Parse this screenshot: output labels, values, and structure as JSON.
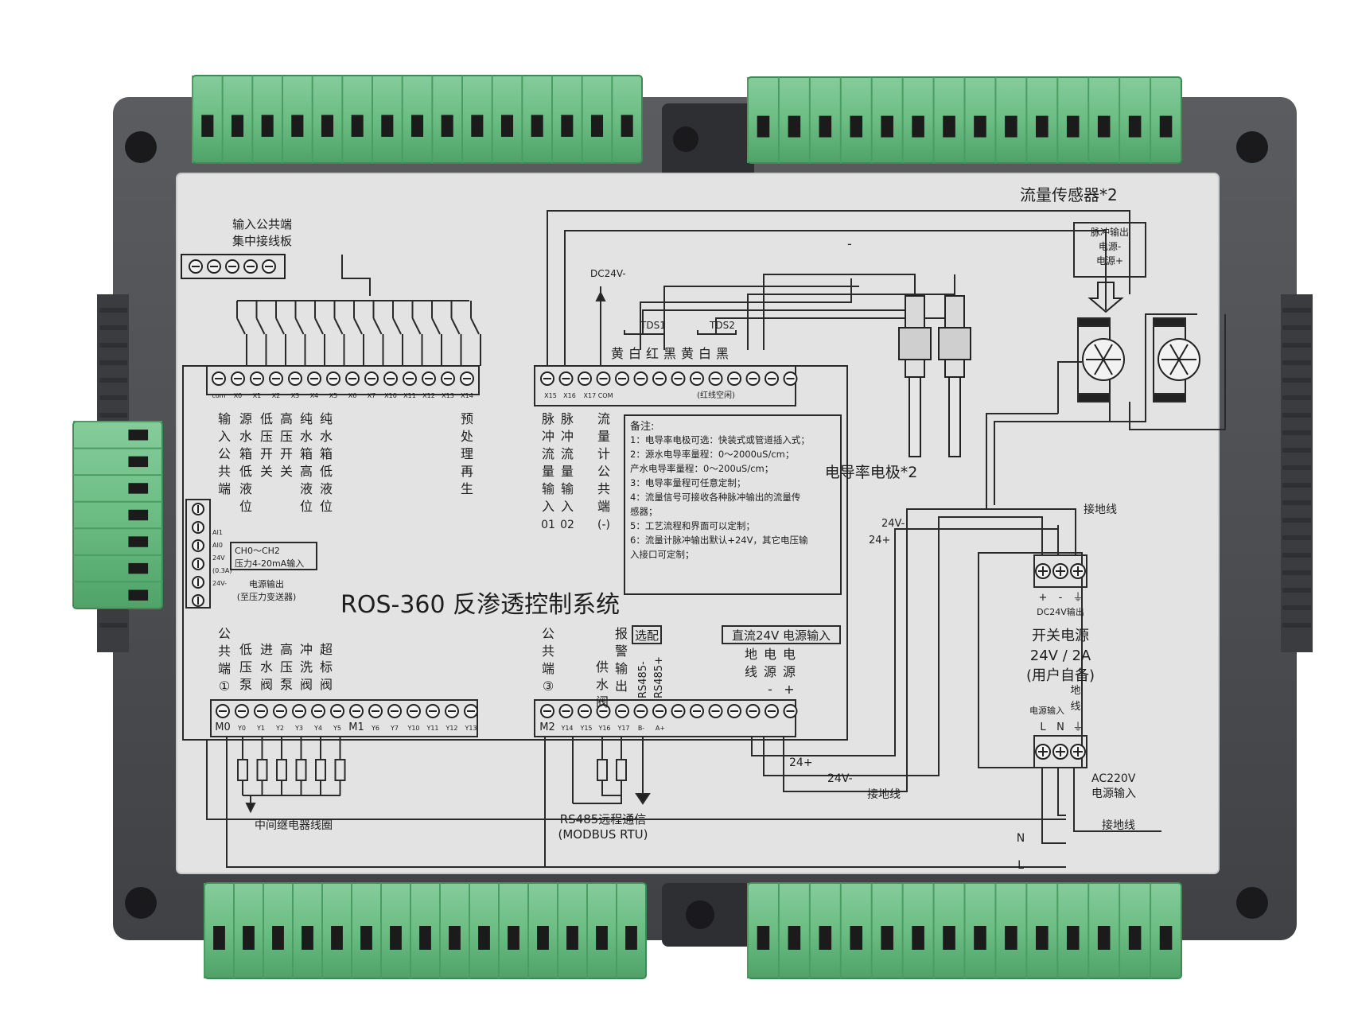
{
  "title": "ROS-360 反渗透控制系统",
  "input_common_board": [
    "输入公共端",
    "集中接线板"
  ],
  "flow_sensor_title": "流量传感器*2",
  "pulse_box": [
    "脉冲输出",
    "电源-",
    "电源+"
  ],
  "dc24v_minus": "DC24V-",
  "minus_sign": "-",
  "tds_labels": [
    "TDS1",
    "TDS2"
  ],
  "wire_colors": [
    "黄",
    "白",
    "红",
    "黑",
    "黄",
    "白",
    "黑"
  ],
  "input_terminal_labels": [
    "com",
    "X0",
    "X1",
    "X2",
    "X3",
    "X4",
    "X5",
    "X6",
    "X7",
    "X10",
    "X11",
    "X12",
    "X13",
    "X14"
  ],
  "input_columns": [
    {
      "text": "输入公共端"
    },
    {
      "text": "源水箱低液位"
    },
    {
      "text": "低压开关"
    },
    {
      "text": "高压开关"
    },
    {
      "text": "纯水箱高液位"
    },
    {
      "text": "纯水箱低液位"
    },
    {
      "text": "预处理再生"
    }
  ],
  "pulse_terminal_labels": [
    "X15",
    "X16",
    "X17 COM",
    "(红线空闲)"
  ],
  "pulse_columns": [
    {
      "text": "脉冲流量输入01"
    },
    {
      "text": "脉冲流量输入02"
    },
    {
      "text": "流量计公共端(-)"
    }
  ],
  "notes": {
    "title": "备注:",
    "lines": [
      "1：电导率电极可选：快装式或管道插入式；",
      "2：源水电导率量程：0～2000uS/cm；",
      "    产水电导率量程：0～200uS/cm；",
      "    3：电导率量程可任意定制；",
      "4：流量信号可接收各种脉冲输出的流量传",
      "感器；",
      "5：工艺流程和界面可以定制；",
      "6：流量计脉冲输出默认+24V，其它电压输",
      "入接口可定制；"
    ]
  },
  "conductivity_label": "电导率电极*2",
  "analog_labels": [
    "AI1",
    "AI0",
    "24V",
    "(0.3A)",
    "24V-"
  ],
  "analog_box": [
    "CH0～CH2",
    "压力4-20mA输入"
  ],
  "power_output": [
    "电源输出",
    "(至压力变送器)"
  ],
  "output_terminal_labels": [
    "M0",
    "Y0",
    "Y1",
    "Y2",
    "Y3",
    "Y4",
    "Y5",
    "M1",
    "Y6",
    "Y7",
    "Y10",
    "Y11",
    "Y12",
    "Y13"
  ],
  "output_columns": [
    {
      "text": "公共端①"
    },
    {
      "text": "低压泵"
    },
    {
      "text": "进水阀"
    },
    {
      "text": "高压泵"
    },
    {
      "text": "冲洗阀"
    },
    {
      "text": "超标阀"
    }
  ],
  "output2_terminal_labels": [
    "M2",
    "Y14",
    "Y15",
    "Y16",
    "Y17",
    "B-",
    "A+"
  ],
  "output2_columns": [
    {
      "text": "公共端③"
    },
    {
      "text": "供水阀"
    },
    {
      "text": "报警输出"
    }
  ],
  "rs485_labels": [
    "RS485-",
    "RS485+"
  ],
  "optional_label": "选配",
  "dc24_input_title": "直流24V 电源输入",
  "dc24_input_columns": [
    {
      "text": "地线"
    },
    {
      "text": "电源-"
    },
    {
      "text": "电源+"
    }
  ],
  "relay_label": "中间继电器线圈",
  "rs485_comm": [
    "RS485远程通信",
    "(MODBUS RTU)"
  ],
  "wire_labels": {
    "v24_plus": "24+",
    "v24_minus": "24V-",
    "ground": "接地线",
    "n": "N",
    "l": "L"
  },
  "right_wire_labels": {
    "v24_minus": "24V-",
    "v24_plus": "24+",
    "ground": "接地线"
  },
  "psu": {
    "terminal_signs": [
      "+",
      "-",
      "⏚"
    ],
    "dc_output": "DC24V输出",
    "title": "开关电源",
    "rating": "24V / 2A",
    "note": "(用户自备)",
    "ground_label": "地线",
    "power_input": "电源输入",
    "ac_terminal_labels": [
      "L",
      "N",
      "⏚"
    ],
    "ac_label": [
      "AC220V",
      "电源输入"
    ],
    "ground_wire": "接地线"
  },
  "colors": {
    "terminal_green": "#6bbd83",
    "housing": "#4c4e52",
    "label_panel": "#e3e3e3"
  }
}
